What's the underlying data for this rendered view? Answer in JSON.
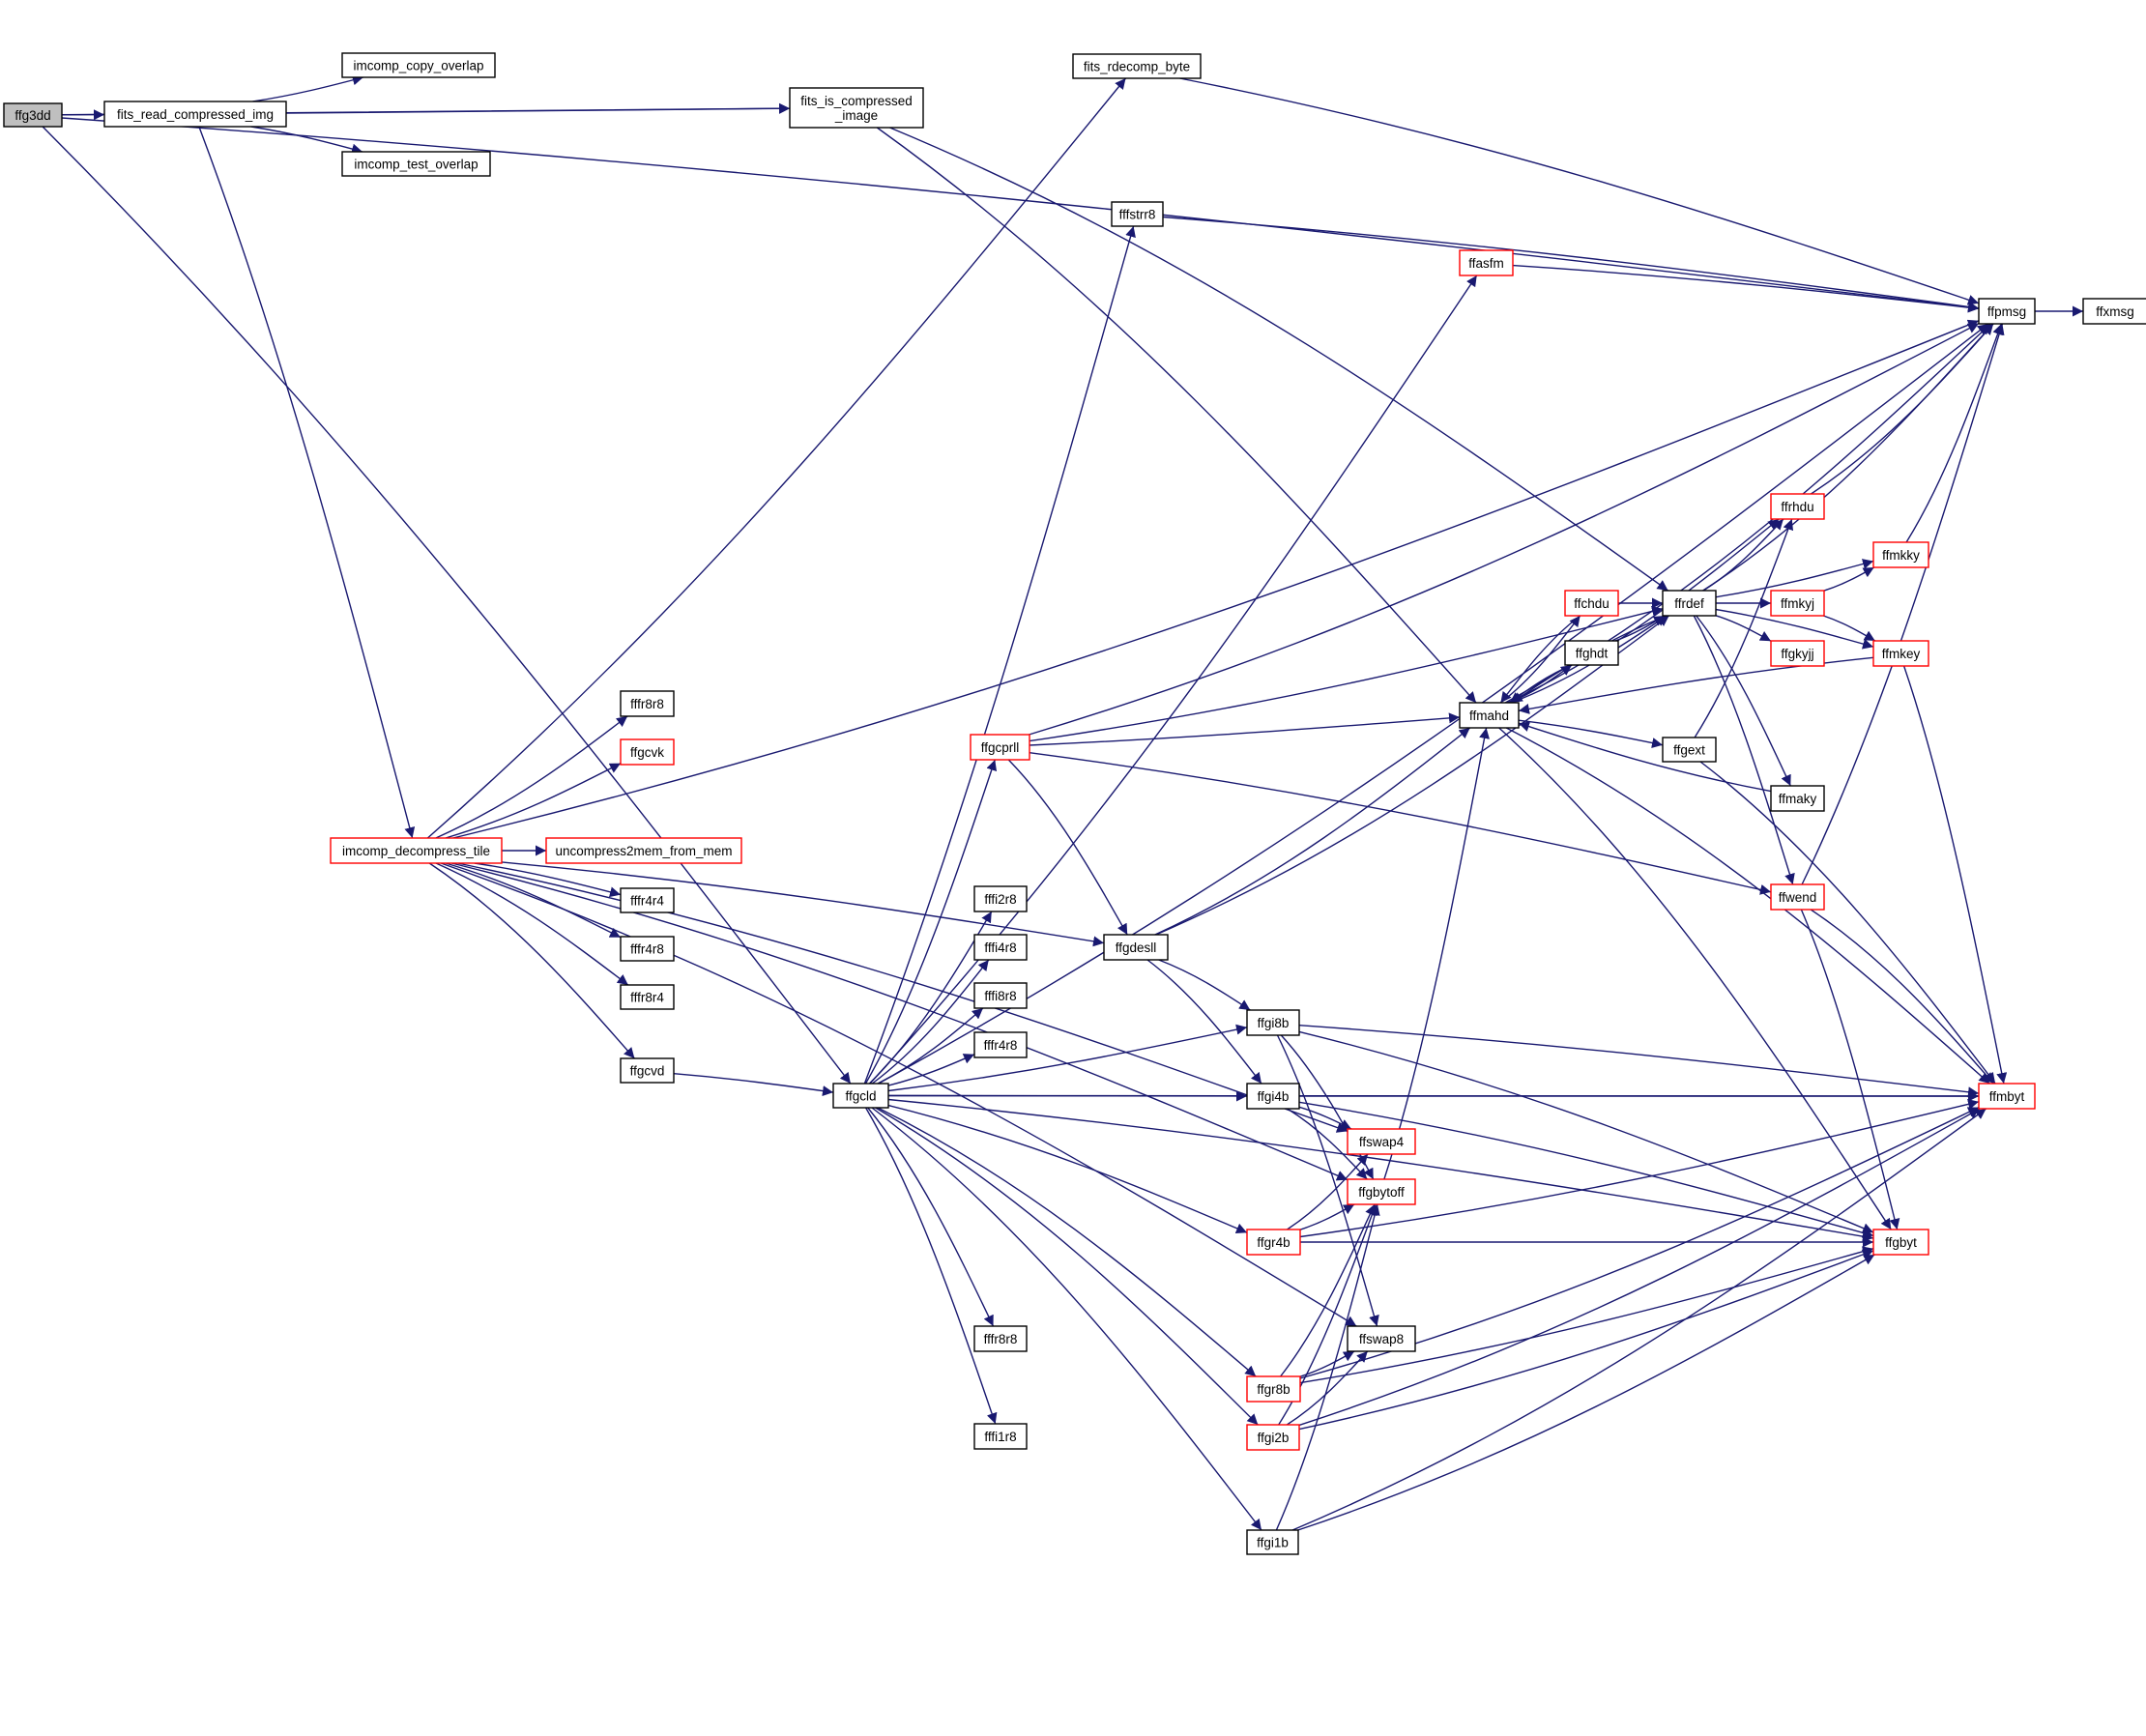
{
  "colors": {
    "edge": "#191970",
    "node_border_default": "#000000",
    "node_border_truncated": "#ff0000",
    "root_fill": "#bfbfbf",
    "node_fill": "#ffffff"
  },
  "nodes": [
    {
      "id": "ffg3dd",
      "label": "ffg3dd",
      "style": "root"
    },
    {
      "id": "fits_read_compressed_img",
      "label": "fits_read_compressed_img",
      "style": "normal"
    },
    {
      "id": "imcomp_copy_overlap",
      "label": "imcomp_copy_overlap",
      "style": "normal"
    },
    {
      "id": "imcomp_test_overlap",
      "label": "imcomp_test_overlap",
      "style": "normal"
    },
    {
      "id": "fits_is_compressed_image",
      "label": "fits_is_compressed\n_image",
      "style": "normal"
    },
    {
      "id": "fits_rdecomp_byte",
      "label": "fits_rdecomp_byte",
      "style": "normal"
    },
    {
      "id": "ffpmsg",
      "label": "ffpmsg",
      "style": "normal"
    },
    {
      "id": "ffxmsg",
      "label": "ffxmsg",
      "style": "normal"
    },
    {
      "id": "imcomp_decompress_tile",
      "label": "imcomp_decompress_tile",
      "style": "red"
    },
    {
      "id": "fffr8r8_a",
      "label": "fffr8r8",
      "style": "normal"
    },
    {
      "id": "ffgcvk",
      "label": "ffgcvk",
      "style": "red"
    },
    {
      "id": "uncompress2mem_from_mem",
      "label": "uncompress2mem_from_mem",
      "style": "red"
    },
    {
      "id": "fffr4r4",
      "label": "fffr4r4",
      "style": "normal"
    },
    {
      "id": "fffr4r8_a",
      "label": "fffr4r8",
      "style": "normal"
    },
    {
      "id": "fffr8r4",
      "label": "fffr8r4",
      "style": "normal"
    },
    {
      "id": "ffgcvd",
      "label": "ffgcvd",
      "style": "normal"
    },
    {
      "id": "ffgcld",
      "label": "ffgcld",
      "style": "normal"
    },
    {
      "id": "fffstrr8",
      "label": "fffstrr8",
      "style": "normal"
    },
    {
      "id": "ffasfm",
      "label": "ffasfm",
      "style": "red"
    },
    {
      "id": "ffgcprll",
      "label": "ffgcprll",
      "style": "red"
    },
    {
      "id": "fffi2r8",
      "label": "fffi2r8",
      "style": "normal"
    },
    {
      "id": "fffi4r8",
      "label": "fffi4r8",
      "style": "normal"
    },
    {
      "id": "fffi8r8",
      "label": "fffi8r8",
      "style": "normal"
    },
    {
      "id": "fffr4r8_b",
      "label": "fffr4r8",
      "style": "normal"
    },
    {
      "id": "fffr8r8_b",
      "label": "fffr8r8",
      "style": "normal"
    },
    {
      "id": "fffi1r8",
      "label": "fffi1r8",
      "style": "normal"
    },
    {
      "id": "ffgdesll",
      "label": "ffgdesll",
      "style": "normal"
    },
    {
      "id": "ffgi8b",
      "label": "ffgi8b",
      "style": "normal"
    },
    {
      "id": "ffgi4b",
      "label": "ffgi4b",
      "style": "normal"
    },
    {
      "id": "ffgr4b",
      "label": "ffgr4b",
      "style": "red"
    },
    {
      "id": "ffgr8b",
      "label": "ffgr8b",
      "style": "red"
    },
    {
      "id": "ffgi2b",
      "label": "ffgi2b",
      "style": "red"
    },
    {
      "id": "ffgi1b",
      "label": "ffgi1b",
      "style": "normal"
    },
    {
      "id": "ffswap4",
      "label": "ffswap4",
      "style": "red"
    },
    {
      "id": "ffgbytoff",
      "label": "ffgbytoff",
      "style": "red"
    },
    {
      "id": "ffswap8",
      "label": "ffswap8",
      "style": "normal"
    },
    {
      "id": "ffmahd",
      "label": "ffmahd",
      "style": "normal"
    },
    {
      "id": "ffchdu",
      "label": "ffchdu",
      "style": "red"
    },
    {
      "id": "ffghdt",
      "label": "ffghdt",
      "style": "normal"
    },
    {
      "id": "ffrdef",
      "label": "ffrdef",
      "style": "normal"
    },
    {
      "id": "ffrhdu",
      "label": "ffrhdu",
      "style": "red"
    },
    {
      "id": "ffgext",
      "label": "ffgext",
      "style": "normal"
    },
    {
      "id": "ffmaky",
      "label": "ffmaky",
      "style": "normal"
    },
    {
      "id": "ffwend",
      "label": "ffwend",
      "style": "red"
    },
    {
      "id": "ffmkyj",
      "label": "ffmkyj",
      "style": "red"
    },
    {
      "id": "ffmkky",
      "label": "ffmkky",
      "style": "red"
    },
    {
      "id": "ffgkyjj",
      "label": "ffgkyjj",
      "style": "red"
    },
    {
      "id": "ffmkey",
      "label": "ffmkey",
      "style": "red"
    },
    {
      "id": "ffmbyt",
      "label": "ffmbyt",
      "style": "red"
    },
    {
      "id": "ffgbyt",
      "label": "ffgbyt",
      "style": "red"
    }
  ],
  "edges": [
    [
      "ffg3dd",
      "fits_read_compressed_img"
    ],
    [
      "ffg3dd",
      "fits_is_compressed_image"
    ],
    [
      "ffg3dd",
      "ffpmsg"
    ],
    [
      "ffg3dd",
      "ffgcld"
    ],
    [
      "fits_read_compressed_img",
      "imcomp_copy_overlap"
    ],
    [
      "fits_read_compressed_img",
      "imcomp_test_overlap"
    ],
    [
      "fits_read_compressed_img",
      "fits_is_compressed_image"
    ],
    [
      "fits_read_compressed_img",
      "imcomp_decompress_tile"
    ],
    [
      "fits_is_compressed_image",
      "ffmahd"
    ],
    [
      "fits_is_compressed_image",
      "ffrdef"
    ],
    [
      "fits_rdecomp_byte",
      "ffpmsg"
    ],
    [
      "ffpmsg",
      "ffxmsg"
    ],
    [
      "imcomp_decompress_tile",
      "fits_rdecomp_byte"
    ],
    [
      "imcomp_decompress_tile",
      "ffpmsg"
    ],
    [
      "imcomp_decompress_tile",
      "fffr8r8_a"
    ],
    [
      "imcomp_decompress_tile",
      "ffgcvk"
    ],
    [
      "imcomp_decompress_tile",
      "uncompress2mem_from_mem"
    ],
    [
      "imcomp_decompress_tile",
      "fffr4r4"
    ],
    [
      "imcomp_decompress_tile",
      "fffr4r8_a"
    ],
    [
      "imcomp_decompress_tile",
      "fffr8r4"
    ],
    [
      "imcomp_decompress_tile",
      "ffgcvd"
    ],
    [
      "imcomp_decompress_tile",
      "ffgdesll"
    ],
    [
      "imcomp_decompress_tile",
      "ffgbytoff"
    ],
    [
      "imcomp_decompress_tile",
      "ffswap4"
    ],
    [
      "imcomp_decompress_tile",
      "ffswap8"
    ],
    [
      "ffgcvd",
      "ffgcld"
    ],
    [
      "ffgcld",
      "fffstrr8"
    ],
    [
      "ffgcld",
      "ffasfm"
    ],
    [
      "ffgcld",
      "ffpmsg"
    ],
    [
      "ffgcld",
      "ffgcprll"
    ],
    [
      "ffgcld",
      "fffi2r8"
    ],
    [
      "ffgcld",
      "fffi4r8"
    ],
    [
      "ffgcld",
      "fffi8r8"
    ],
    [
      "ffgcld",
      "fffr4r8_b"
    ],
    [
      "ffgcld",
      "fffr8r8_b"
    ],
    [
      "ffgcld",
      "fffi1r8"
    ],
    [
      "ffgcld",
      "ffgi8b"
    ],
    [
      "ffgcld",
      "ffgi4b"
    ],
    [
      "ffgcld",
      "ffgr4b"
    ],
    [
      "ffgcld",
      "ffgr8b"
    ],
    [
      "ffgcld",
      "ffgi2b"
    ],
    [
      "ffgcld",
      "ffgi1b"
    ],
    [
      "ffgcld",
      "ffmbyt"
    ],
    [
      "ffgcld",
      "ffgbyt"
    ],
    [
      "fffstrr8",
      "ffpmsg"
    ],
    [
      "ffasfm",
      "ffpmsg"
    ],
    [
      "ffgcprll",
      "ffpmsg"
    ],
    [
      "ffgcprll",
      "ffrdef"
    ],
    [
      "ffgcprll",
      "ffmahd"
    ],
    [
      "ffgcprll",
      "ffwend"
    ],
    [
      "ffgcprll",
      "ffgdesll"
    ],
    [
      "ffgdesll",
      "ffmahd"
    ],
    [
      "ffgdesll",
      "ffrdef"
    ],
    [
      "ffgdesll",
      "ffgi8b"
    ],
    [
      "ffgdesll",
      "ffgi4b"
    ],
    [
      "ffgi8b",
      "ffmbyt"
    ],
    [
      "ffgi8b",
      "ffgbyt"
    ],
    [
      "ffgi8b",
      "ffgbytoff"
    ],
    [
      "ffgi8b",
      "ffswap8"
    ],
    [
      "ffgi4b",
      "ffmbyt"
    ],
    [
      "ffgi4b",
      "ffgbyt"
    ],
    [
      "ffgi4b",
      "ffswap4"
    ],
    [
      "ffgi4b",
      "ffgbytoff"
    ],
    [
      "ffgr4b",
      "ffswap4"
    ],
    [
      "ffgr4b",
      "ffgbytoff"
    ],
    [
      "ffgr4b",
      "ffgbyt"
    ],
    [
      "ffgr4b",
      "ffmbyt"
    ],
    [
      "ffgr8b",
      "ffswap8"
    ],
    [
      "ffgr8b",
      "ffgbytoff"
    ],
    [
      "ffgr8b",
      "ffgbyt"
    ],
    [
      "ffgr8b",
      "ffmbyt"
    ],
    [
      "ffgi2b",
      "ffswap8"
    ],
    [
      "ffgi2b",
      "ffgbytoff"
    ],
    [
      "ffgi2b",
      "ffgbyt"
    ],
    [
      "ffgi2b",
      "ffmbyt"
    ],
    [
      "ffgi1b",
      "ffgbytoff"
    ],
    [
      "ffgi1b",
      "ffgbyt"
    ],
    [
      "ffgi1b",
      "ffmbyt"
    ],
    [
      "ffgbytoff",
      "ffmahd"
    ],
    [
      "ffmahd",
      "ffpmsg"
    ],
    [
      "ffmahd",
      "ffchdu"
    ],
    [
      "ffmahd",
      "ffghdt"
    ],
    [
      "ffmahd",
      "ffrdef"
    ],
    [
      "ffmahd",
      "ffrhdu"
    ],
    [
      "ffmahd",
      "ffgext"
    ],
    [
      "ffmahd",
      "ffmbyt"
    ],
    [
      "ffmahd",
      "ffgbyt"
    ],
    [
      "ffchdu",
      "ffrdef"
    ],
    [
      "ffchdu",
      "ffmahd"
    ],
    [
      "ffghdt",
      "ffrdef"
    ],
    [
      "ffghdt",
      "ffmahd"
    ],
    [
      "ffrdef",
      "ffpmsg"
    ],
    [
      "ffrdef",
      "ffrhdu"
    ],
    [
      "ffrdef",
      "ffmkky"
    ],
    [
      "ffrdef",
      "ffmkyj"
    ],
    [
      "ffrdef",
      "ffgkyjj"
    ],
    [
      "ffrdef",
      "ffmkey"
    ],
    [
      "ffrdef",
      "ffmaky"
    ],
    [
      "ffrdef",
      "ffwend"
    ],
    [
      "ffrdef",
      "ffmahd"
    ],
    [
      "ffrhdu",
      "ffpmsg"
    ],
    [
      "ffgext",
      "ffrhdu"
    ],
    [
      "ffgext",
      "ffmbyt"
    ],
    [
      "ffmaky",
      "ffmahd"
    ],
    [
      "ffmkyj",
      "ffmkky"
    ],
    [
      "ffmkyj",
      "ffmkey"
    ],
    [
      "ffmkky",
      "ffpmsg"
    ],
    [
      "ffmkey",
      "ffmbyt"
    ],
    [
      "ffmkey",
      "ffmahd"
    ],
    [
      "ffwend",
      "ffpmsg"
    ],
    [
      "ffwend",
      "ffmbyt"
    ],
    [
      "ffwend",
      "ffgbyt"
    ]
  ]
}
